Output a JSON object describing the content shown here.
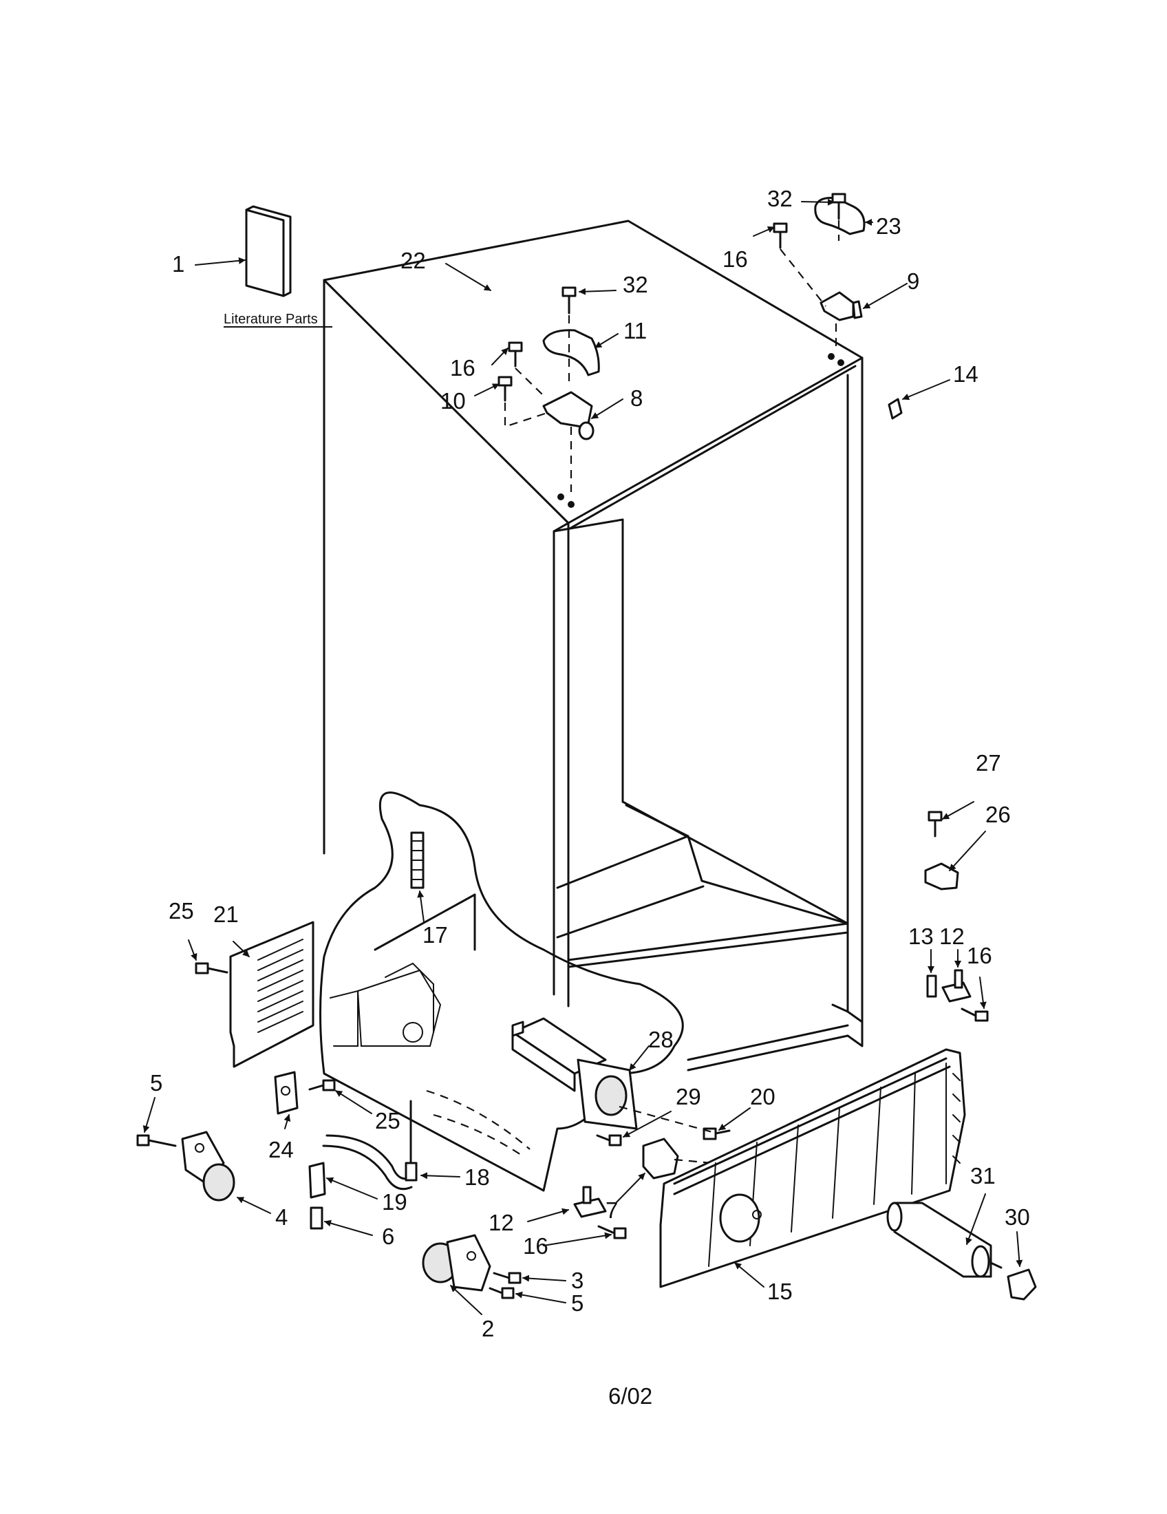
{
  "literature_label": "Literature Parts",
  "footer_date": "6/02",
  "callouts": {
    "c1": "1",
    "c2": "2",
    "c3": "3",
    "c4": "4",
    "c5a": "5",
    "c5b": "5",
    "c6": "6",
    "c7": "7",
    "c8": "8",
    "c9": "9",
    "c10": "10",
    "c11": "11",
    "c12a": "12",
    "c12b": "12",
    "c13": "13",
    "c14": "14",
    "c15": "15",
    "c16a": "16",
    "c16b": "16",
    "c16c": "16",
    "c16d": "16",
    "c17": "17",
    "c18": "18",
    "c19": "19",
    "c20": "20",
    "c21": "21",
    "c22": "22",
    "c23": "23",
    "c24": "24",
    "c25a": "25",
    "c25b": "25",
    "c26": "26",
    "c27": "27",
    "c28": "28",
    "c29": "29",
    "c30": "30",
    "c31": "31",
    "c32a": "32",
    "c32b": "32"
  }
}
